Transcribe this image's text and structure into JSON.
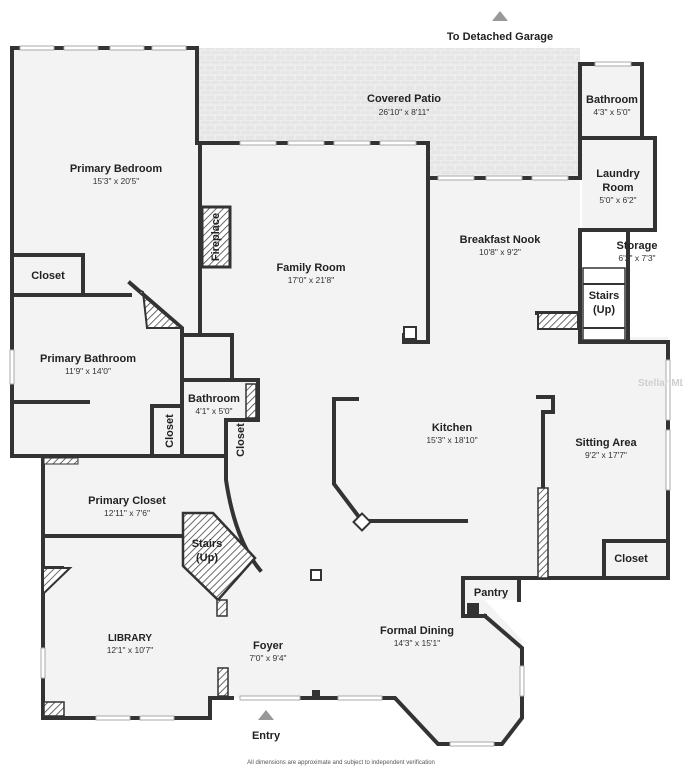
{
  "rooms": [
    {
      "name": "Covered Patio",
      "dims": "26'10\" x 8'11\""
    },
    {
      "name": "Bathroom",
      "dims": "4'3\" x 5'0\""
    },
    {
      "name": "Laundry",
      "name2": "Room",
      "dims": "5'0\" x 6'2\""
    },
    {
      "name": "Primary Bedroom",
      "dims": "15'3\" x 20'5\""
    },
    {
      "name": "Family Room",
      "dims": "17'0\" x 21'8\""
    },
    {
      "name": "Breakfast Nook",
      "dims": "10'8\" x 9'2\""
    },
    {
      "name": "Storage",
      "dims": "6'2\" x 7'3\""
    },
    {
      "name": "Primary Bathroom",
      "dims": "11'9\" x 14'0\""
    },
    {
      "name": "Bathroom",
      "dims": "4'1\" x 5'0\""
    },
    {
      "name": "Kitchen",
      "dims": "15'3\" x 18'10\""
    },
    {
      "name": "Sitting Area",
      "dims": "9'2\" x 17'7\""
    },
    {
      "name": "Primary Closet",
      "dims": "12'11\" x 7'6\""
    },
    {
      "name": "LIBRARY",
      "dims": "12'1\" x 10'7\""
    },
    {
      "name": "Foyer",
      "dims": "7'0\" x 9'4\""
    },
    {
      "name": "Formal Dining",
      "dims": "14'3\" x 15'1\""
    }
  ],
  "labels": {
    "to_garage": "To Detached Garage",
    "entry": "Entry",
    "closet": "Closet",
    "stairs": "Stairs",
    "up": "(Up)",
    "fireplace": "Fireplace",
    "pantry": "Pantry",
    "watermark": "Stellar MLS",
    "disclaimer": "All dimensions are approximate and subject to independent verification"
  },
  "colors": {
    "wall": "#333333",
    "floor": "#f3f3f3",
    "patio": "#e6e6e6",
    "background": "#ffffff"
  }
}
